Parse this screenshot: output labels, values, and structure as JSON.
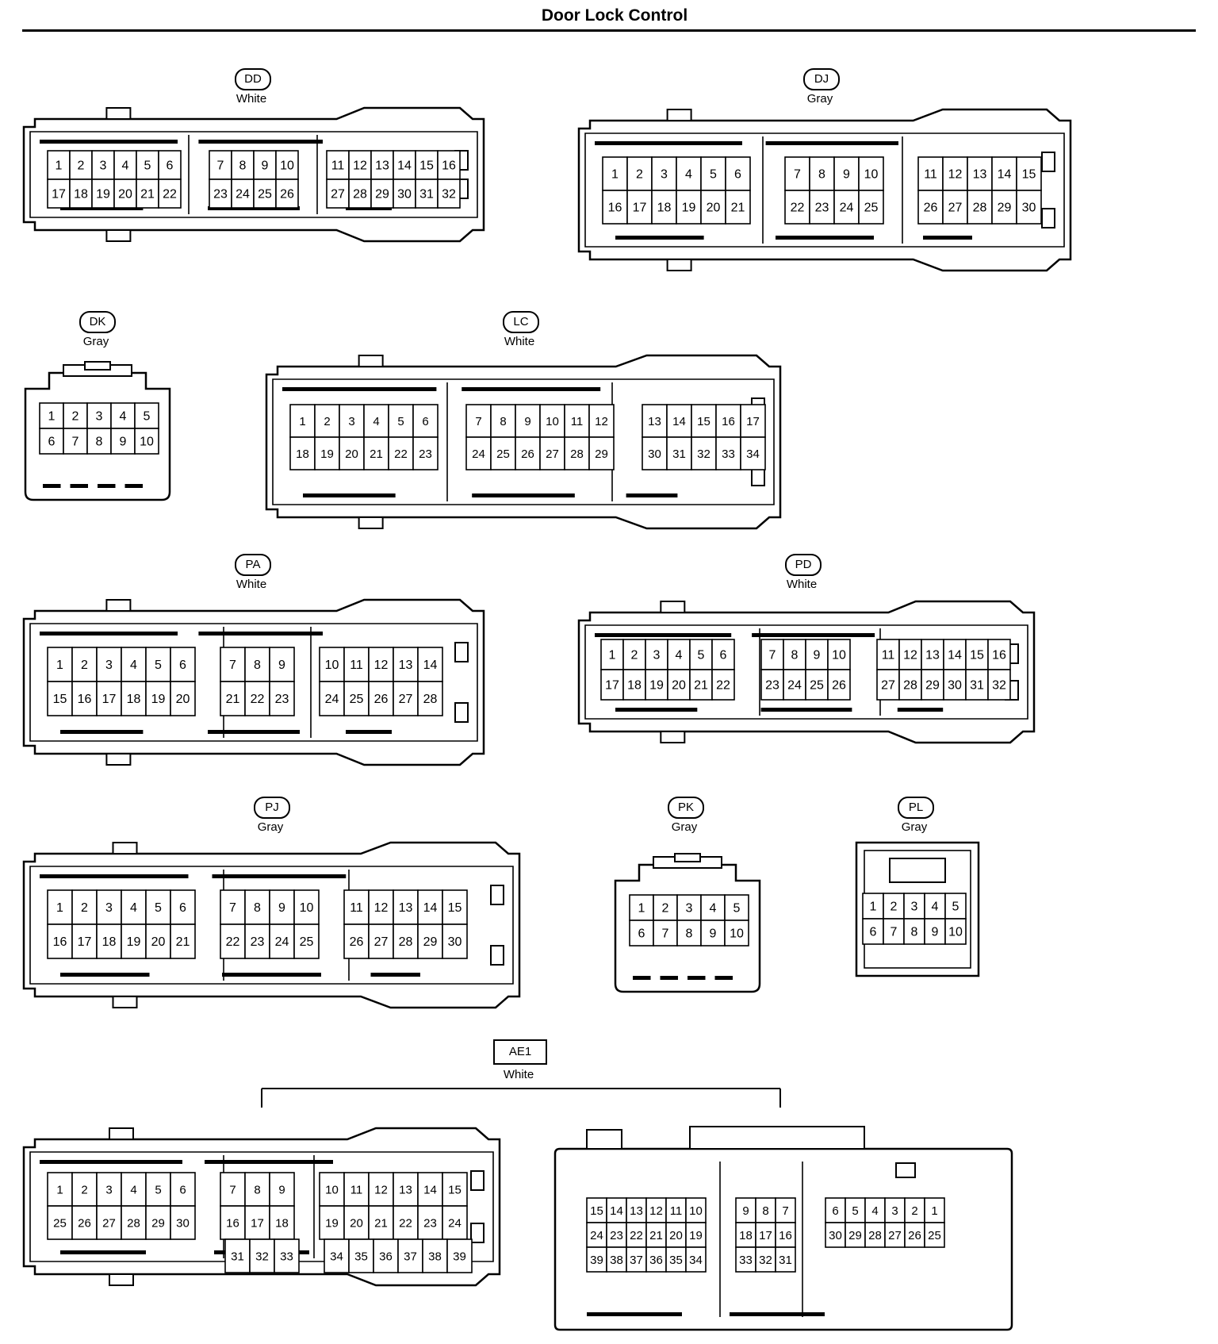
{
  "title": "Door Lock Control",
  "connectors": {
    "DD": {
      "id": "DD",
      "color": "White",
      "rows": [
        [
          "1",
          "2",
          "3",
          "4",
          "5",
          "6",
          "",
          "7",
          "8",
          "9",
          "10",
          "",
          "11",
          "12",
          "13",
          "14",
          "15",
          "16"
        ],
        [
          "17",
          "18",
          "19",
          "20",
          "21",
          "22",
          "",
          "23",
          "24",
          "25",
          "26",
          "",
          "27",
          "28",
          "29",
          "30",
          "31",
          "32"
        ]
      ]
    },
    "DJ": {
      "id": "DJ",
      "color": "Gray",
      "rows": [
        [
          "1",
          "2",
          "3",
          "4",
          "5",
          "6",
          "",
          "7",
          "8",
          "9",
          "10",
          "",
          "11",
          "12",
          "13",
          "14",
          "15"
        ],
        [
          "16",
          "17",
          "18",
          "19",
          "20",
          "21",
          "",
          "22",
          "23",
          "24",
          "25",
          "",
          "26",
          "27",
          "28",
          "29",
          "30"
        ]
      ]
    },
    "DK": {
      "id": "DK",
      "color": "Gray",
      "rows": [
        [
          "1",
          "2",
          "3",
          "4",
          "5"
        ],
        [
          "6",
          "7",
          "8",
          "9",
          "10"
        ]
      ]
    },
    "LC": {
      "id": "LC",
      "color": "White",
      "rows": [
        [
          "1",
          "2",
          "3",
          "4",
          "5",
          "6",
          "",
          "7",
          "8",
          "9",
          "10",
          "11",
          "12",
          "",
          "13",
          "14",
          "15",
          "16",
          "17"
        ],
        [
          "18",
          "19",
          "20",
          "21",
          "22",
          "23",
          "",
          "24",
          "25",
          "26",
          "27",
          "28",
          "29",
          "",
          "30",
          "31",
          "32",
          "33",
          "34"
        ]
      ]
    },
    "PA": {
      "id": "PA",
      "color": "White",
      "rows": [
        [
          "1",
          "2",
          "3",
          "4",
          "5",
          "6",
          "",
          "7",
          "8",
          "9",
          "",
          "10",
          "11",
          "12",
          "13",
          "14"
        ],
        [
          "15",
          "16",
          "17",
          "18",
          "19",
          "20",
          "",
          "21",
          "22",
          "23",
          "",
          "24",
          "25",
          "26",
          "27",
          "28"
        ]
      ]
    },
    "PD": {
      "id": "PD",
      "color": "White",
      "rows": [
        [
          "1",
          "2",
          "3",
          "4",
          "5",
          "6",
          "",
          "7",
          "8",
          "9",
          "10",
          "",
          "11",
          "12",
          "13",
          "14",
          "15",
          "16"
        ],
        [
          "17",
          "18",
          "19",
          "20",
          "21",
          "22",
          "",
          "23",
          "24",
          "25",
          "26",
          "",
          "27",
          "28",
          "29",
          "30",
          "31",
          "32"
        ]
      ]
    },
    "PJ": {
      "id": "PJ",
      "color": "Gray",
      "rows": [
        [
          "1",
          "2",
          "3",
          "4",
          "5",
          "6",
          "",
          "7",
          "8",
          "9",
          "10",
          "",
          "11",
          "12",
          "13",
          "14",
          "15"
        ],
        [
          "16",
          "17",
          "18",
          "19",
          "20",
          "21",
          "",
          "22",
          "23",
          "24",
          "25",
          "",
          "26",
          "27",
          "28",
          "29",
          "30"
        ]
      ]
    },
    "PK": {
      "id": "PK",
      "color": "Gray",
      "rows": [
        [
          "1",
          "2",
          "3",
          "4",
          "5"
        ],
        [
          "6",
          "7",
          "8",
          "9",
          "10"
        ]
      ]
    },
    "PL": {
      "id": "PL",
      "color": "Gray",
      "rows": [
        [
          "1",
          "2",
          "3",
          "4",
          "5"
        ],
        [
          "6",
          "7",
          "8",
          "9",
          "10"
        ]
      ]
    },
    "AE1": {
      "id": "AE1",
      "color": "White",
      "left_rows": [
        [
          "1",
          "2",
          "3",
          "4",
          "5",
          "6",
          "",
          "7",
          "8",
          "9",
          "",
          "10",
          "11",
          "12",
          "13",
          "14",
          "15"
        ],
        [
          "25",
          "26",
          "27",
          "28",
          "29",
          "30",
          "",
          "16",
          "17",
          "18",
          "",
          "19",
          "20",
          "21",
          "22",
          "23",
          "24"
        ],
        [
          "",
          "",
          "",
          "",
          "",
          "",
          "",
          "31",
          "32",
          "33",
          "",
          "34",
          "35",
          "36",
          "37",
          "38",
          "39"
        ]
      ],
      "right_rows": [
        [
          "15",
          "14",
          "13",
          "12",
          "11",
          "10",
          "",
          "9",
          "8",
          "7",
          "",
          "6",
          "5",
          "4",
          "3",
          "2",
          "1"
        ],
        [
          "24",
          "23",
          "22",
          "21",
          "20",
          "19",
          "",
          "18",
          "17",
          "16",
          "",
          "30",
          "29",
          "28",
          "27",
          "26",
          "25"
        ],
        [
          "39",
          "38",
          "37",
          "36",
          "35",
          "34",
          "",
          "33",
          "32",
          "31"
        ]
      ]
    }
  }
}
